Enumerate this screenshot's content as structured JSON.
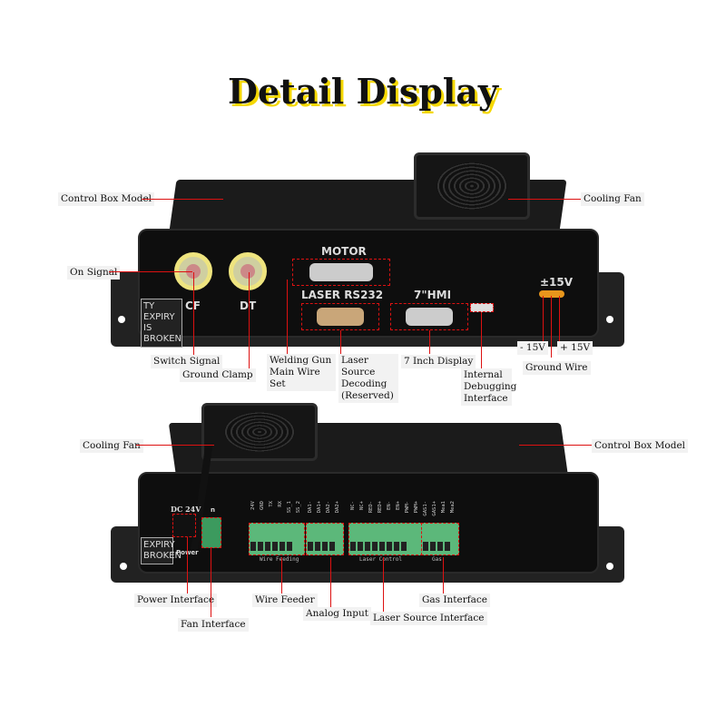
{
  "title": "Detail Display",
  "top_unit": {
    "panel_labels": {
      "motor": "MOTOR",
      "laser_rs232": "LASER RS232",
      "hmi": "7\"HMI",
      "v15": "±15V",
      "cf": "CF",
      "dt": "DT",
      "sticker": "TY EXPIRY IS BROKEN"
    },
    "callouts": {
      "control_box_model": "Control Box Model",
      "cooling_fan": "Cooling Fan",
      "on_signal": "On Signal",
      "switch_signal": "Switch Signal",
      "ground_clamp": "Ground Clamp",
      "welding_gun": "Welding Gun Main Wire Set",
      "laser_source_decoding": "Laser Source Decoding (Reserved)",
      "seven_inch_display": "7 Inch Display",
      "internal_debugging": "Internal Debugging Interface",
      "minus15": "- 15V",
      "plus15": "+ 15V",
      "ground_wire": "Ground Wire"
    }
  },
  "bottom_unit": {
    "panel_labels": {
      "dc24": "DC 24V",
      "power": "Power",
      "fan": "n",
      "sticker": "EXPIRY BROKEN"
    },
    "terminal_groups": [
      {
        "name": "Wire Feeding",
        "pins": [
          "24V",
          "GND",
          "TX",
          "RX",
          "SS_1",
          "SS_2"
        ]
      },
      {
        "name": "",
        "pins": [
          "DA1-",
          "DA1+",
          "DA2-",
          "DA2+"
        ]
      },
      {
        "name": "Laser Control",
        "pins": [
          "NC-",
          "NC+",
          "RED-",
          "RED+",
          "EN-",
          "EN+",
          "PWM-",
          "PWM+"
        ]
      },
      {
        "name": "Gas",
        "pins": [
          "GAS1-",
          "GAS1+",
          "Mea1",
          "Mea2"
        ]
      }
    ],
    "callouts": {
      "cooling_fan": "Cooling Fan",
      "control_box_model": "Control Box Model",
      "power_interface": "Power Interface",
      "fan_interface": "Fan Interface",
      "wire_feeder": "Wire Feeder",
      "analog_input": "Analog Input",
      "laser_source_interface": "Laser Source Interface",
      "gas_interface": "Gas Interface"
    }
  }
}
